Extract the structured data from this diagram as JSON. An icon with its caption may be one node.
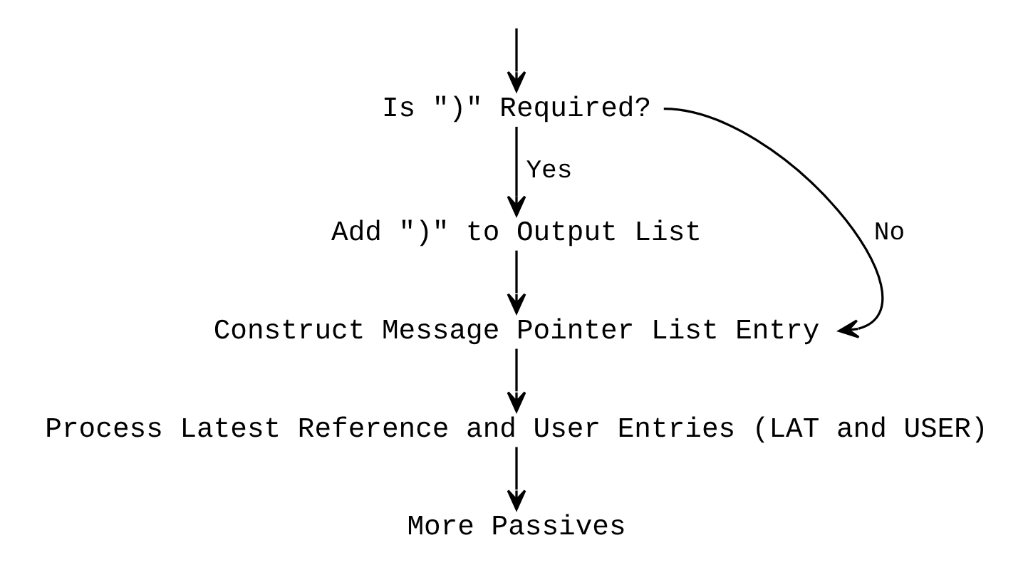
{
  "diagram": {
    "nodes": [
      {
        "text": [
          "Is \")\" Required?"
        ]
      },
      {
        "text": [
          "Add \")\" to Output List"
        ]
      },
      {
        "text": [
          "Construct Message Pointer List Entry"
        ]
      },
      {
        "text": [
          "Process Latest Reference and User Entries (LAT and USER)"
        ]
      },
      {
        "text": [
          "More Passives"
        ]
      }
    ],
    "edges": [
      {
        "from": null,
        "to": 0,
        "arrow": "to"
      },
      {
        "from": 0,
        "to": 1,
        "arrow": "to",
        "label": "Yes"
      },
      {
        "from": 1,
        "to": 2,
        "arrow": "to"
      },
      {
        "from": 0,
        "to": 2,
        "arrow": "to",
        "label": "No"
      },
      {
        "from": 2,
        "to": 3,
        "arrow": "to"
      },
      {
        "from": 3,
        "to": 4,
        "arrow": "to"
      }
    ]
  }
}
